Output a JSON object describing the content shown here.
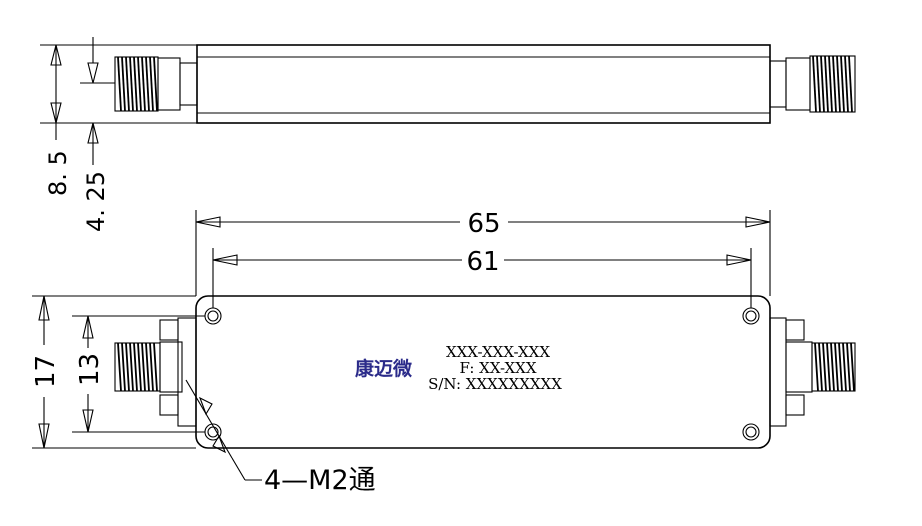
{
  "dimensions": {
    "top_height": "8. 5",
    "top_center": "4. 25",
    "length_outer": "65",
    "hole_spacing_x": "61",
    "height_outer": "17",
    "hole_spacing_y": "13"
  },
  "label": {
    "logo": "康迈微",
    "model": "XXX-XXX-XXX",
    "freq": "F: XX-XXX",
    "serial": "S/N: XXXXXXXXX"
  },
  "callout": {
    "holes": "4—M2通"
  }
}
